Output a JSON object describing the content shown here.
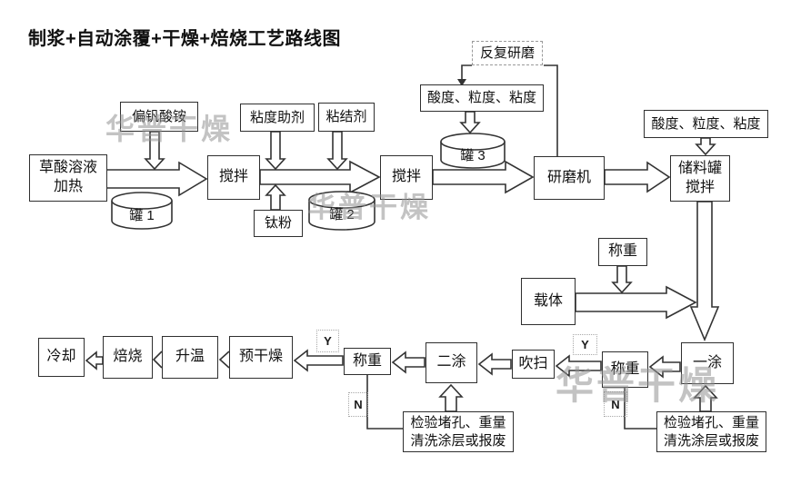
{
  "title": "制浆+自动涂覆+干燥+焙烧工艺路线图",
  "watermark": {
    "text": "华普干燥",
    "color": "#919191"
  },
  "colors": {
    "line": "#333333",
    "box_border": "#2f2f2f",
    "background": "#ffffff"
  },
  "nodes": {
    "ammonium_metavanadate": {
      "label": "偏钒酸铵"
    },
    "oxalic_heating": {
      "label": "草酸溶液\n加热"
    },
    "mix1": {
      "label": "搅拌"
    },
    "viscosity_aid": {
      "label": "粘度助剂"
    },
    "binder": {
      "label": "粘结剂"
    },
    "titanium_powder": {
      "label": "钛粉"
    },
    "mix2": {
      "label": "搅拌"
    },
    "repeat_grinding": {
      "label": "反复研磨"
    },
    "qc_left": {
      "label": "酸度、粒度、粘度"
    },
    "grinder": {
      "label": "研磨机"
    },
    "qc_right": {
      "label": "酸度、粒度、粘度"
    },
    "storage_tank": {
      "label": "储料罐\n搅拌"
    },
    "weigh_mid": {
      "label": "称重"
    },
    "carrier": {
      "label": "载体"
    },
    "first_coat": {
      "label": "一涂"
    },
    "weigh_right": {
      "label": "称重"
    },
    "purge": {
      "label": "吹扫"
    },
    "second_coat": {
      "label": "二涂"
    },
    "weigh_left": {
      "label": "称重"
    },
    "predry": {
      "label": "预干燥"
    },
    "heat_up": {
      "label": "升温"
    },
    "roast": {
      "label": "焙烧"
    },
    "cool": {
      "label": "冷却"
    },
    "inspect_left": {
      "label": "检验堵孔、重量\n清洗涂层或报废"
    },
    "inspect_right": {
      "label": "检验堵孔、重量\n清洗涂层或报废"
    },
    "tank1": {
      "label": "罐 1"
    },
    "tank2": {
      "label": "罐 2"
    },
    "tank3": {
      "label": "罐 3"
    }
  },
  "decisions": {
    "y_left": "Y",
    "n_left": "N",
    "y_right": "Y",
    "n_right": "N"
  }
}
